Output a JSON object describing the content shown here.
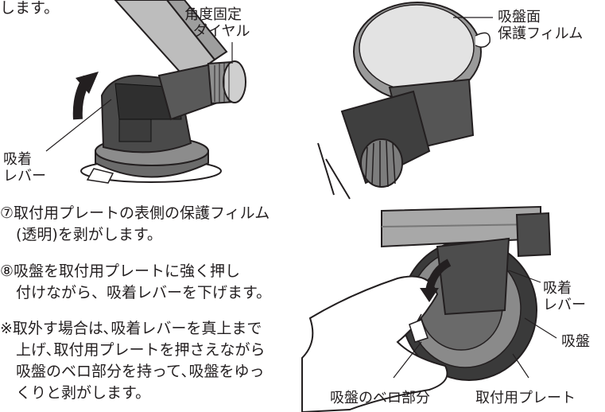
{
  "top_fragment": "します。",
  "fig1": {
    "dial_label": [
      "角度固定",
      "ダイヤル"
    ],
    "lever_label": [
      "吸着",
      "レバー"
    ]
  },
  "fig2": {
    "film_label": [
      "吸盤面",
      "保護フィルム"
    ]
  },
  "fig3": {
    "lever_label": [
      "吸着",
      "レバー"
    ],
    "suction_label": "吸盤",
    "tab_label": "吸盤のベロ部分",
    "plate_label": "取付用プレート"
  },
  "steps": [
    {
      "num": "⑦",
      "lines": [
        "取付用プレートの表側の保護フィルム",
        "(透明)を剥がします。"
      ]
    },
    {
      "num": "⑧",
      "lines": [
        "吸盤を取付用プレートに強く押し",
        "付けながら、吸着レバーを下げます。"
      ]
    }
  ],
  "note": {
    "mark": "※",
    "lines": [
      "取外す場合は､吸着レバーを真上まで",
      "上げ､取付用プレートを押さえながら",
      "吸盤のベロ部分を持って､吸盤をゆっ",
      "くりと剥がします。"
    ]
  }
}
